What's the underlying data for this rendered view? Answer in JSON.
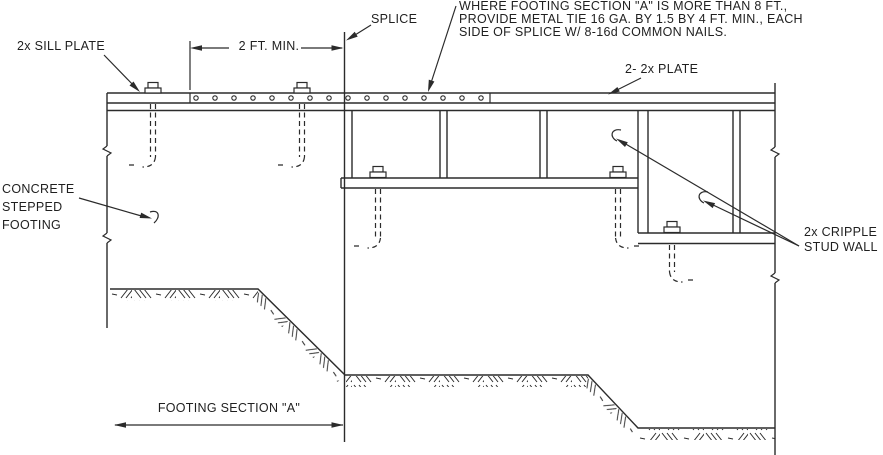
{
  "drawing": {
    "title": "Concrete stepped footing / cripple stud wall splice detail",
    "labels": {
      "sill_plate": "2x SILL PLATE",
      "dim_2ft": "2 FT. MIN.",
      "splice": "SPLICE",
      "note_line1": "WHERE FOOTING SECTION \"A\" IS MORE THAN 8 FT.,",
      "note_line2": "PROVIDE METAL TIE 16 GA. BY 1.5 BY 4 FT. MIN., EACH",
      "note_line3": "SIDE OF SPLICE W/ 8-16d COMMON NAILS.",
      "plate": "2- 2x PLATE",
      "concrete_line1": "CONCRETE",
      "concrete_line2": "STEPPED",
      "concrete_line3": "FOOTING",
      "cripple_line1": "2x CRIPPLE",
      "cripple_line2": "STUD WALL",
      "footing_section": "FOOTING SECTION \"A\""
    },
    "colors": {
      "line": "#2b2b2b",
      "text": "#1f1f1f",
      "background": "#ffffff"
    }
  }
}
